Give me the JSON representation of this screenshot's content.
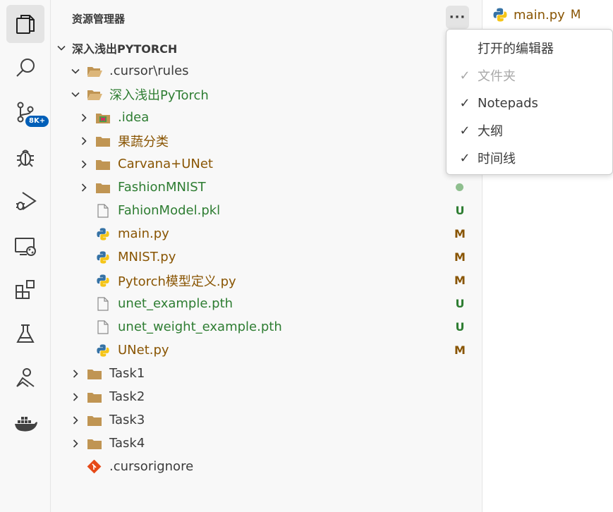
{
  "explorer": {
    "title": "资源管理器",
    "more": "···",
    "root": "深入浅出PYTORCH"
  },
  "tree": [
    {
      "label": ".cursor\\rules",
      "kind": "folder-open",
      "chev": "down",
      "indent": 1,
      "color": "normal",
      "status": ""
    },
    {
      "label": "深入浅出PyTorch",
      "kind": "folder-open",
      "chev": "down",
      "indent": 1,
      "color": "new",
      "status": ""
    },
    {
      "label": ".idea",
      "kind": "idea",
      "chev": "right",
      "indent": 2,
      "color": "new",
      "status": ""
    },
    {
      "label": "果蔬分类",
      "kind": "folder",
      "chev": "right",
      "indent": 2,
      "color": "mod",
      "status": ""
    },
    {
      "label": "Carvana+UNet",
      "kind": "folder",
      "chev": "right",
      "indent": 2,
      "color": "mod",
      "status": ""
    },
    {
      "label": "FashionMNIST",
      "kind": "folder",
      "chev": "right",
      "indent": 2,
      "color": "new",
      "status": "dot"
    },
    {
      "label": "FahionModel.pkl",
      "kind": "file",
      "chev": "",
      "indent": 2,
      "color": "new",
      "status": "U"
    },
    {
      "label": "main.py",
      "kind": "python",
      "chev": "",
      "indent": 2,
      "color": "mod",
      "status": "M"
    },
    {
      "label": "MNIST.py",
      "kind": "python",
      "chev": "",
      "indent": 2,
      "color": "mod",
      "status": "M"
    },
    {
      "label": "Pytorch模型定义.py",
      "kind": "python",
      "chev": "",
      "indent": 2,
      "color": "mod",
      "status": "M"
    },
    {
      "label": "unet_example.pth",
      "kind": "file",
      "chev": "",
      "indent": 2,
      "color": "new",
      "status": "U"
    },
    {
      "label": "unet_weight_example.pth",
      "kind": "file",
      "chev": "",
      "indent": 2,
      "color": "new",
      "status": "U"
    },
    {
      "label": "UNet.py",
      "kind": "python",
      "chev": "",
      "indent": 2,
      "color": "mod",
      "status": "M"
    },
    {
      "label": "Task1",
      "kind": "folder",
      "chev": "right",
      "indent": 1,
      "color": "normal",
      "status": ""
    },
    {
      "label": "Task2",
      "kind": "folder",
      "chev": "right",
      "indent": 1,
      "color": "normal",
      "status": ""
    },
    {
      "label": "Task3",
      "kind": "folder",
      "chev": "right",
      "indent": 1,
      "color": "normal",
      "status": ""
    },
    {
      "label": "Task4",
      "kind": "folder",
      "chev": "right",
      "indent": 1,
      "color": "normal",
      "status": ""
    },
    {
      "label": ".cursorignore",
      "kind": "git",
      "chev": "",
      "indent": 1,
      "color": "normal",
      "status": ""
    }
  ],
  "activity": {
    "scm_badge": "8K+"
  },
  "tab": {
    "name": "main.py",
    "status": "M"
  },
  "menu": {
    "items": [
      {
        "label": "打开的编辑器",
        "checked": false,
        "disabled": false
      },
      {
        "label": "文件夹",
        "checked": true,
        "disabled": true
      },
      {
        "label": "Notepads",
        "checked": true,
        "disabled": false
      },
      {
        "label": "大纲",
        "checked": true,
        "disabled": false
      },
      {
        "label": "时间线",
        "checked": true,
        "disabled": false
      }
    ]
  },
  "colors": {
    "modified": "#895503",
    "untracked": "#2e7d32",
    "folder": "#c09553",
    "accent": "#005fb8"
  }
}
